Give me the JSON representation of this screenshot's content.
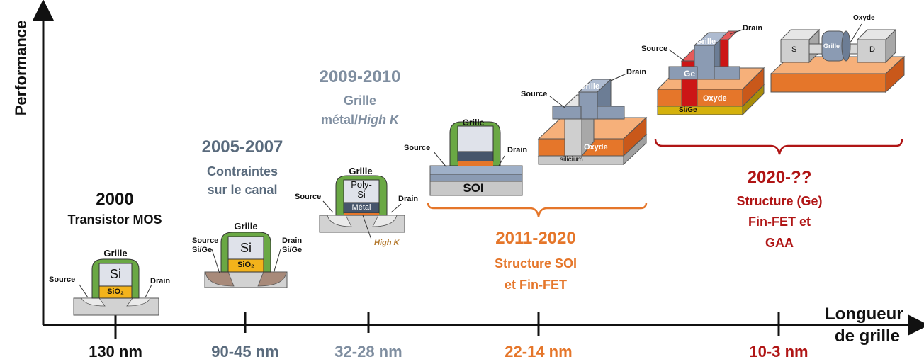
{
  "colors": {
    "black": "#111111",
    "slate": "#5a6b7d",
    "orange": "#e5762a",
    "darkred": "#b01515",
    "green": "#6aa844",
    "gray": "#bfbfbf",
    "yellow": "#f3b31b",
    "blue_gray": "#7f93a8"
  },
  "axes": {
    "y_title": "Performance",
    "x_title_line1": "Longueur",
    "x_title_line2": "de grille"
  },
  "ticks": [
    {
      "label": "130 nm",
      "color": "#111111"
    },
    {
      "label": "90-45 nm",
      "color": "#5a6b7d"
    },
    {
      "label": "32-28 nm",
      "color": "#7f8ea0"
    },
    {
      "label": "22-14 nm",
      "color": "#e5762a"
    },
    {
      "label": "10-3 nm",
      "color": "#b01515"
    }
  ],
  "eras": {
    "e2000": {
      "year": "2000",
      "desc": "Transistor MOS"
    },
    "e2005": {
      "year": "2005-2007",
      "desc1": "Contraintes",
      "desc2": "sur le canal"
    },
    "e2009": {
      "year": "2009-2010",
      "desc1": "Grille",
      "desc2_a": "métal/",
      "desc2_b": "High K"
    },
    "e2011": {
      "year": "2011-2020",
      "desc1": "Structure SOI",
      "desc2": "et Fin-FET"
    },
    "e2020": {
      "year": "2020-??",
      "desc1": "Structure (Ge)",
      "desc2": "Fin-FET et",
      "desc3": "GAA"
    }
  },
  "labels": {
    "grille": "Grille",
    "source": "Source",
    "drain": "Drain",
    "si": "Si",
    "sio2": "SiO₂",
    "source_sige": "Source\nSi/Ge",
    "drain_sige": "Drain\nSi/Ge",
    "poly_si": "Poly-\nSi",
    "metal": "Métal",
    "high_k": "High K",
    "soi": "SOI",
    "oxyde": "Oxyde",
    "silicium": "silicium",
    "ge": "Ge",
    "si_ge": "Si/Ge",
    "s": "S",
    "d": "D"
  }
}
